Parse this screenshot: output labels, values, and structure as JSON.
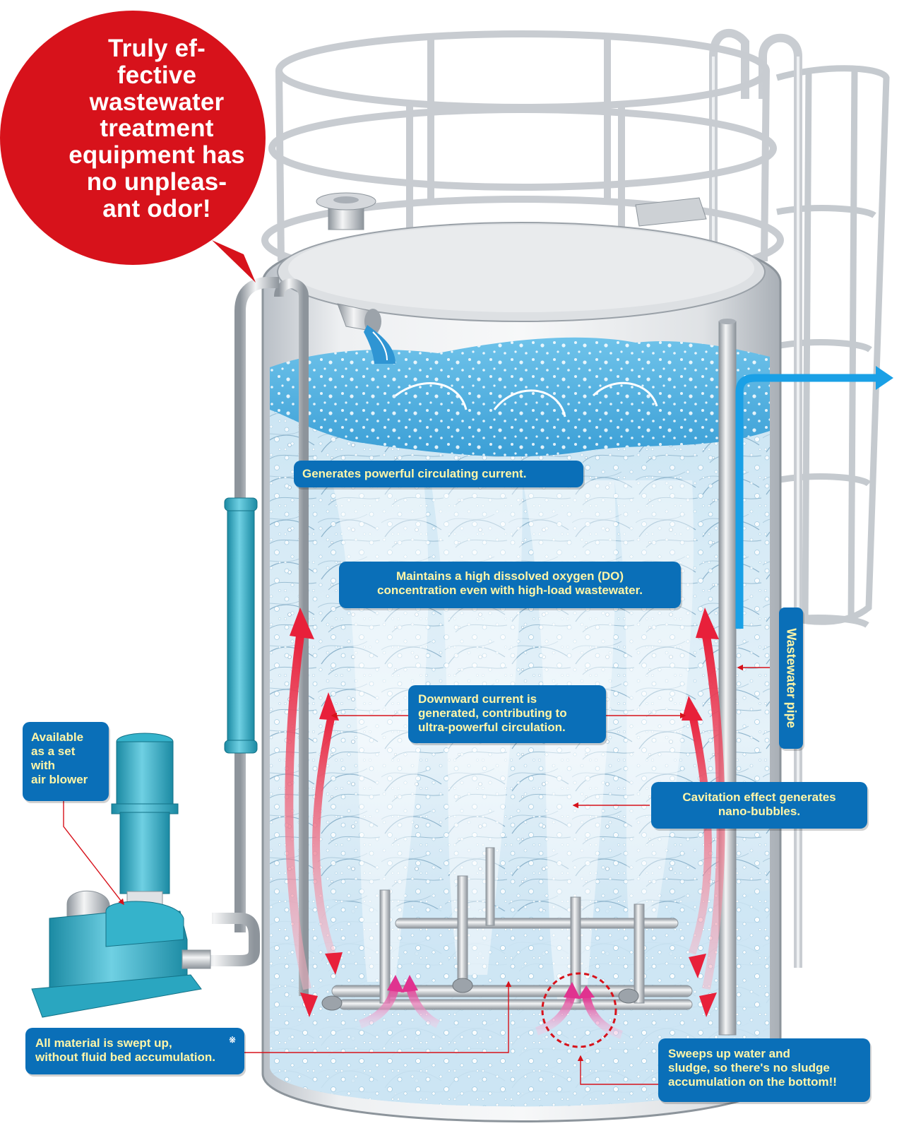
{
  "speech_bubble": {
    "lines": [
      "Truly ef-",
      "fective",
      "wastewater",
      "treatment",
      "equipment has",
      "no unpleas-",
      "ant odor!"
    ],
    "color": "#d7121b"
  },
  "callouts": {
    "circulating_current": "Generates powerful circulating current.",
    "dissolved_oxygen": [
      "Maintains a high dissolved oxygen (DO)",
      "concentration even with high-load wastewater."
    ],
    "downward_current": [
      "Downward current is",
      "generated, contributing to",
      "ultra-powerful circulation."
    ],
    "air_blower": [
      "Available",
      "as a set",
      "with",
      "air blower"
    ],
    "cavitation": [
      "Cavitation effect generates",
      "nano-bubbles."
    ],
    "wastewater_pipe": "Wastewater pipe",
    "swept_up": [
      "All material is swept up,",
      "without fluid bed accumulation."
    ],
    "swept_up_note": "※",
    "sludge": [
      "Sweeps up water and",
      "sludge, so there's no sludge",
      "accumulation on the bottom!!"
    ]
  },
  "colors": {
    "callout_bg": "#0a6fb8",
    "callout_text_highlight": "#fff6a8",
    "water": "#5bb3e0",
    "flow_arrow": "#e8203a",
    "upflow_arrow": "#e0338f",
    "outflow_arrow": "#1aa0e6",
    "blower": "#2aa6c0"
  },
  "icons": [
    "tank",
    "ladder-cage",
    "guard-rail",
    "air-blower",
    "inlet-pipe",
    "outflow-arrow"
  ]
}
